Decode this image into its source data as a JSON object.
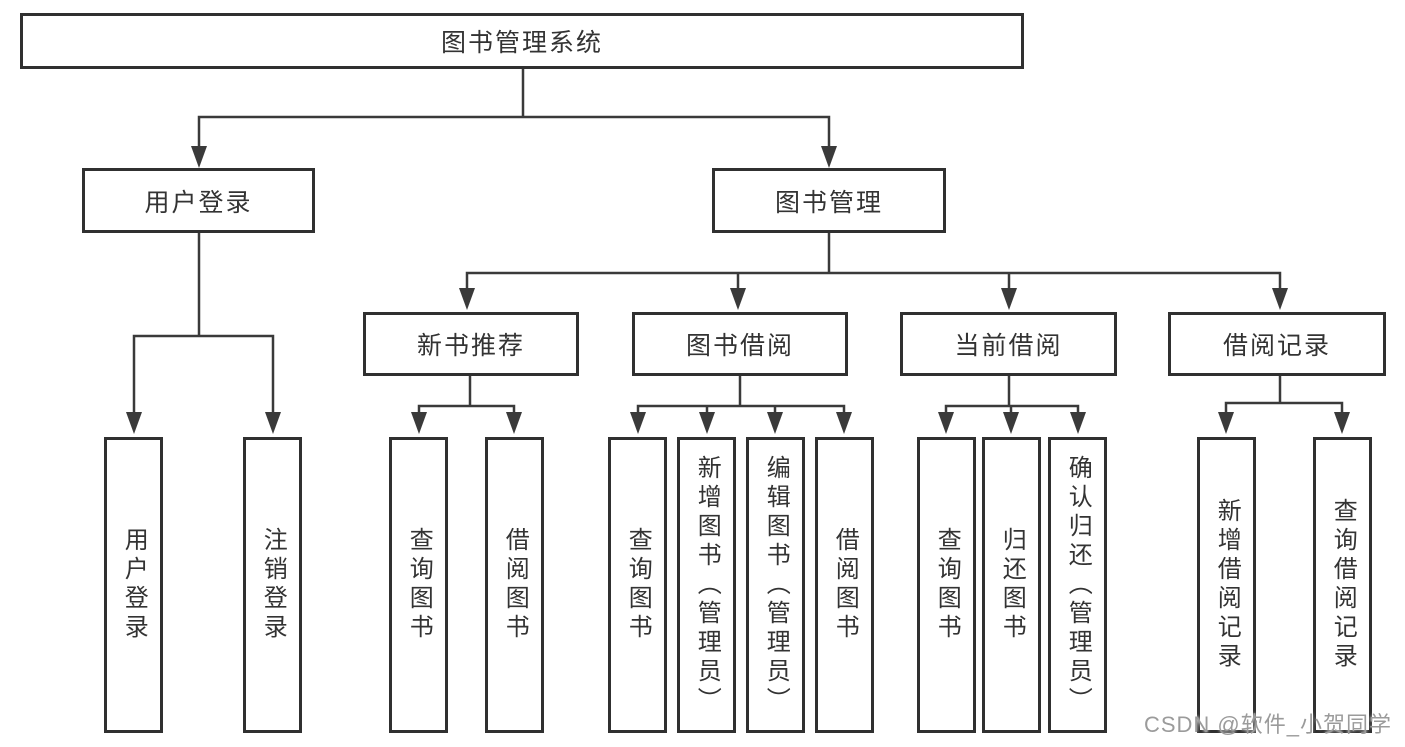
{
  "tree": {
    "root": {
      "label": "图书管理系统",
      "children": [
        {
          "label": "用户登录",
          "children": [
            {
              "label": "用户登录"
            },
            {
              "label": "注销登录"
            }
          ]
        },
        {
          "label": "图书管理",
          "children": [
            {
              "label": "新书推荐",
              "children": [
                {
                  "label": "查询图书"
                },
                {
                  "label": "借阅图书"
                }
              ]
            },
            {
              "label": "图书借阅",
              "children": [
                {
                  "label": "查询图书"
                },
                {
                  "label": "新增图书（管理员）"
                },
                {
                  "label": "编辑图书（管理员）"
                },
                {
                  "label": "借阅图书"
                }
              ]
            },
            {
              "label": "当前借阅",
              "children": [
                {
                  "label": "查询图书"
                },
                {
                  "label": "归还图书"
                },
                {
                  "label": "确认归还（管理员）"
                }
              ]
            },
            {
              "label": "借阅记录",
              "children": [
                {
                  "label": "新增借阅记录"
                },
                {
                  "label": "查询借阅记录"
                }
              ]
            }
          ]
        }
      ]
    }
  },
  "watermark": {
    "text": "CSDN @软件_小贺同学"
  },
  "colors": {
    "line": "#3a3a3a",
    "box_border": "#303030",
    "text": "#333333",
    "background": "#ffffff",
    "watermark": "#9b9b9b"
  }
}
